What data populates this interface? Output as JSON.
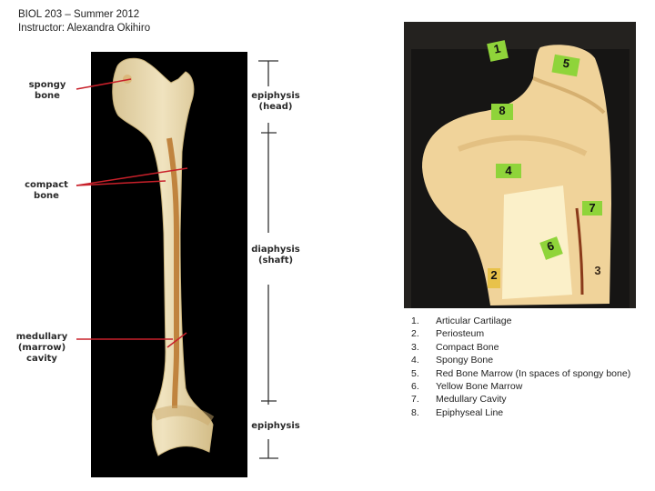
{
  "header": {
    "course": "BIOL 203 – Summer 2012",
    "instructor": "Instructor: Alexandra Okihiro"
  },
  "femur_figure": {
    "labels_left": [
      {
        "id": "spongy",
        "line1": "spongy",
        "line2": "bone"
      },
      {
        "id": "compact",
        "line1": "compact",
        "line2": "bone"
      },
      {
        "id": "medullary",
        "line1": "medullary",
        "line2": "(marrow)",
        "line3": "cavity"
      }
    ],
    "labels_right": [
      {
        "id": "epiphysis-head",
        "line1": "epiphysis",
        "line2": "(head)"
      },
      {
        "id": "diaphysis",
        "line1": "diaphysis",
        "line2": "(shaft)"
      },
      {
        "id": "epiphysis-distal",
        "line1": "epiphysis"
      }
    ],
    "colors": {
      "leader": "#c8202a",
      "bone": "#e9d9b0",
      "marrow": "#b8742a",
      "background": "#000000"
    }
  },
  "photo": {
    "pins": [
      {
        "num": "1"
      },
      {
        "num": "5"
      },
      {
        "num": "8"
      },
      {
        "num": "4"
      },
      {
        "num": "7"
      },
      {
        "num": "6"
      },
      {
        "num": "2"
      },
      {
        "num": "3"
      }
    ],
    "colors": {
      "flag": "#8fd43a",
      "bone": "#f3d59a",
      "tray": "#1f1d1b"
    }
  },
  "legend": {
    "items": [
      {
        "num": "1.",
        "label": "Articular Cartilage"
      },
      {
        "num": "2.",
        "label": "Periosteum"
      },
      {
        "num": "3.",
        "label": "Compact Bone"
      },
      {
        "num": "4.",
        "label": "Spongy Bone"
      },
      {
        "num": "5.",
        "label": "Red Bone Marrow (In spaces of spongy bone)"
      },
      {
        "num": "6.",
        "label": "Yellow Bone Marrow"
      },
      {
        "num": "7.",
        "label": "Medullary Cavity"
      },
      {
        "num": "8.",
        "label": "Epiphyseal Line"
      }
    ]
  }
}
